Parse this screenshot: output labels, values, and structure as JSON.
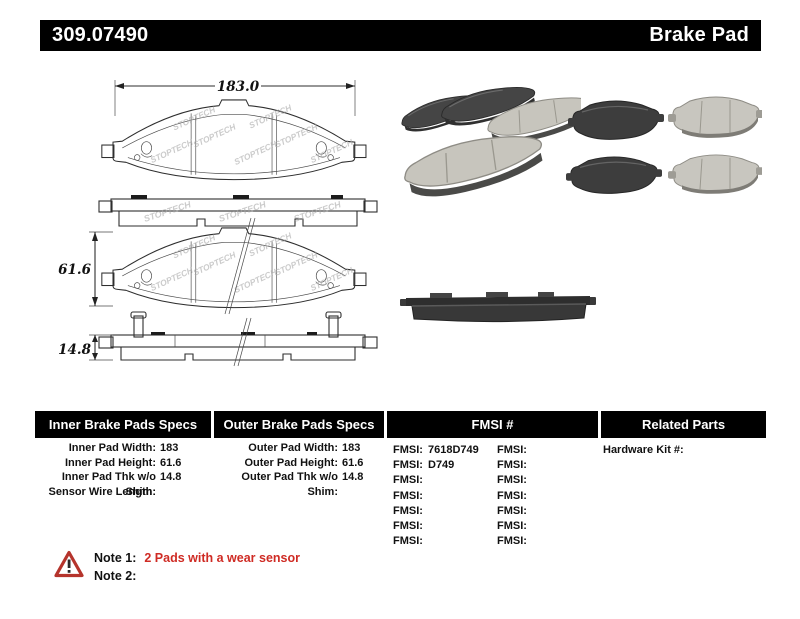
{
  "header": {
    "part_number": "309.07490",
    "product_name": "Brake Pad"
  },
  "drawing": {
    "watermark": "STOPTECH",
    "dim_width": "183.0",
    "dim_height": "61.6",
    "dim_thickness": "14.8"
  },
  "specs": {
    "inner": {
      "header": "Inner Brake Pads Specs",
      "rows": [
        {
          "label": "Inner Pad Width:",
          "value": "183"
        },
        {
          "label": "Inner Pad Height:",
          "value": "61.6"
        },
        {
          "label": "Inner Pad Thk w/o Shim:",
          "value": "14.8"
        },
        {
          "label": "Sensor Wire Length:",
          "value": ""
        }
      ]
    },
    "outer": {
      "header": "Outer Brake Pads Specs",
      "rows": [
        {
          "label": "Outer Pad Width:",
          "value": "183"
        },
        {
          "label": "Outer Pad Height:",
          "value": "61.6"
        },
        {
          "label": "Outer Pad Thk w/o Shim:",
          "value": "14.8"
        }
      ]
    },
    "fmsi": {
      "header": "FMSI #",
      "rows": [
        {
          "l1": "FMSI:",
          "v1": "7618D749",
          "l2": "FMSI:",
          "v2": ""
        },
        {
          "l1": "FMSI:",
          "v1": "D749",
          "l2": "FMSI:",
          "v2": ""
        },
        {
          "l1": "FMSI:",
          "v1": "",
          "l2": "FMSI:",
          "v2": ""
        },
        {
          "l1": "FMSI:",
          "v1": "",
          "l2": "FMSI:",
          "v2": ""
        },
        {
          "l1": "FMSI:",
          "v1": "",
          "l2": "FMSI:",
          "v2": ""
        },
        {
          "l1": "FMSI:",
          "v1": "",
          "l2": "FMSI:",
          "v2": ""
        },
        {
          "l1": "FMSI:",
          "v1": "",
          "l2": "FMSI:",
          "v2": ""
        }
      ]
    },
    "related": {
      "header": "Related Parts",
      "rows": [
        {
          "label": "Hardware Kit #:",
          "value": ""
        }
      ]
    }
  },
  "notes": {
    "note1_label": "Note 1:",
    "note1_text": "2 Pads with a wear sensor",
    "note2_label": "Note 2:",
    "note2_text": ""
  },
  "colors": {
    "header_bg": "#000000",
    "header_text": "#ffffff",
    "note_red": "#cf2b24",
    "warning_red": "#b5342c",
    "friction_gray": "#c7c5bd",
    "backplate_dark": "#3d3d3d"
  }
}
